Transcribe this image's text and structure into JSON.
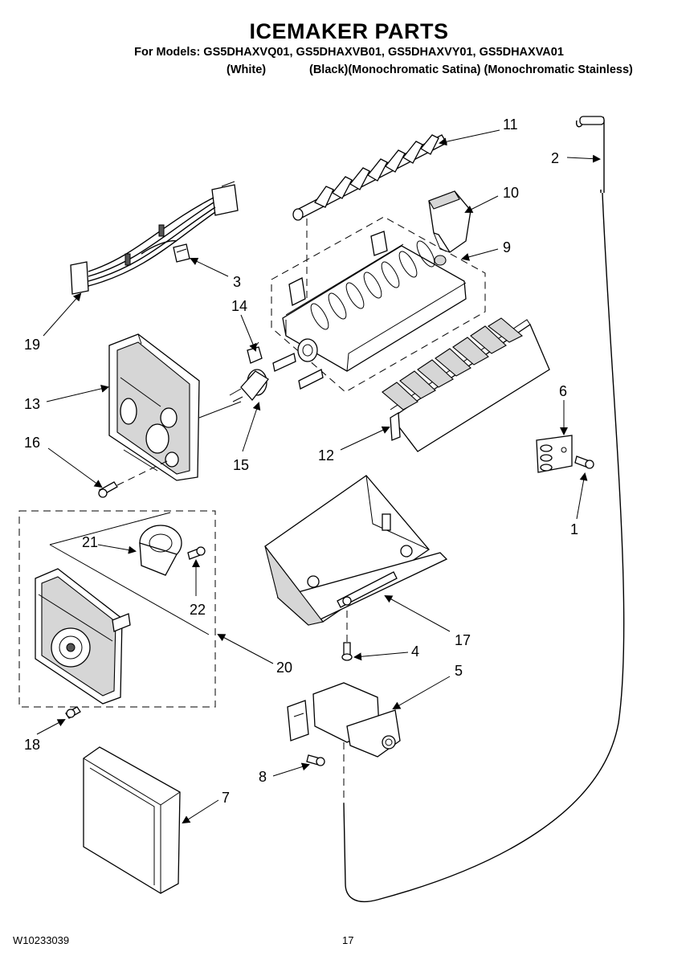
{
  "header": {
    "title": "ICEMAKER PARTS",
    "models_line": "For Models: GS5DHAXVQ01, GS5DHAXVB01, GS5DHAXVY01, GS5DHAXVA01",
    "finish_white": "(White)",
    "finish_others": "(Black)(Monochromatic Satina) (Monochromatic Stainless)"
  },
  "callouts": {
    "c1": "1",
    "c2": "2",
    "c3": "3",
    "c4": "4",
    "c5": "5",
    "c6": "6",
    "c7": "7",
    "c8": "8",
    "c9": "9",
    "c10": "10",
    "c11": "11",
    "c12": "12",
    "c13": "13",
    "c14": "14",
    "c15": "15",
    "c16": "16",
    "c17": "17",
    "c18": "18",
    "c19": "19",
    "c20": "20",
    "c21": "21",
    "c22": "22"
  },
  "footer": {
    "doc_number": "W10233039",
    "page_number": "17"
  }
}
